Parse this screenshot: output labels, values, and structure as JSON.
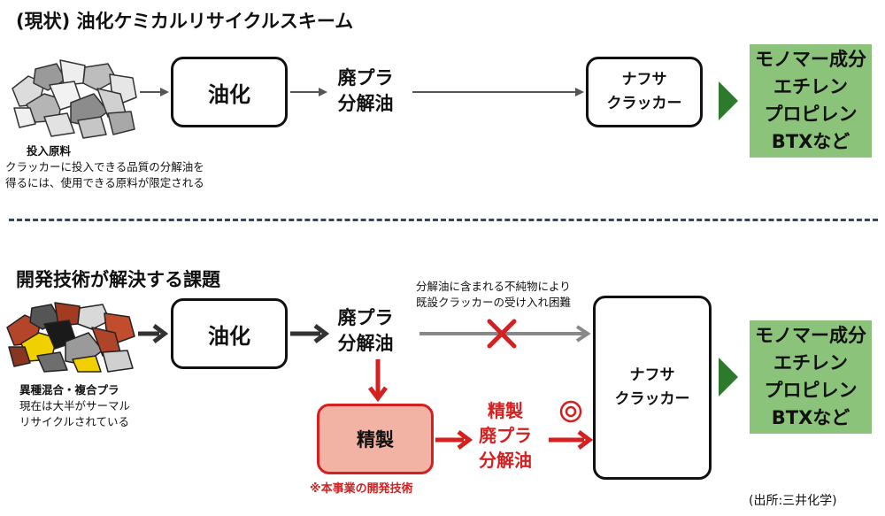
{
  "top": {
    "title": "(現状) 油化ケミカルリサイクルスキーム",
    "process_box": "油化",
    "oil_label_line1": "廃プラ",
    "oil_label_line2": "分解油",
    "cracker_line1": "ナフサ",
    "cracker_line2": "クラッカー",
    "products": [
      "モノマー成分",
      "エチレン",
      "プロピレン",
      "BTXなど"
    ],
    "caption_title": "投入原料",
    "caption_line1": "クラッカーに投入できる品質の分解油を",
    "caption_line2": "得るには、使用できる原料が限定される"
  },
  "bottom": {
    "title": "開発技術が解決する課題",
    "process_box": "油化",
    "oil_label_line1": "廃プラ",
    "oil_label_line2": "分解油",
    "impurity_note_line1": "分解油に含まれる不純物により",
    "impurity_note_line2": "既設クラッカーの受け入れ困難",
    "refine_box": "精製",
    "refine_note": "※本事業の開発技術",
    "refined_label_line1": "精製",
    "refined_label_line2": "廃プラ",
    "refined_label_line3": "分解油",
    "cracker_line1": "ナフサ",
    "cracker_line2": "クラッカー",
    "products": [
      "モノマー成分",
      "エチレン",
      "プロピレン",
      "BTXなど"
    ],
    "caption_title": "異種混合・複合プラ",
    "caption_line1": "現在は大半がサーマル",
    "caption_line2": "リサイクルされている"
  },
  "source": "(出所:三井化学)",
  "colors": {
    "red": "#d42020",
    "refine_fill": "#f2b3a5",
    "green_box": "#8bc37a",
    "green_triangle": "#2d7a2d",
    "divider": "#2b4a6a",
    "gray_arrow": "#888888"
  }
}
